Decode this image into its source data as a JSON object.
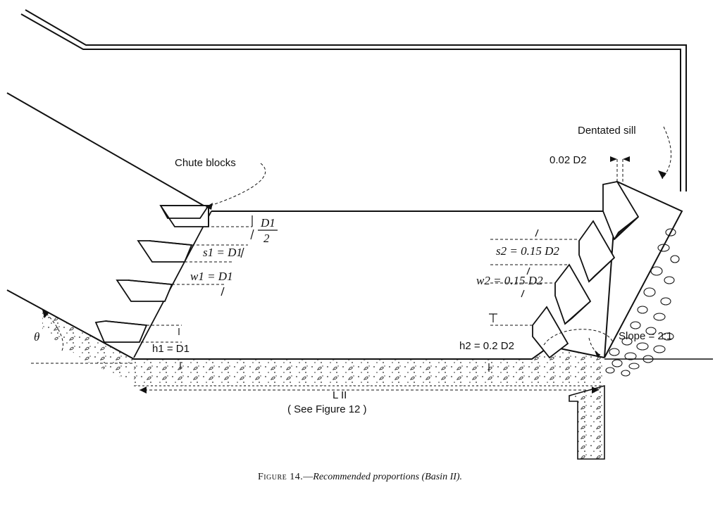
{
  "labels": {
    "chute_blocks": "Chute blocks",
    "dentated_sill": "Dentated sill",
    "sill_gap": "0.02 D2",
    "d1_over_2_num": "D1",
    "d1_over_2_den": "2",
    "s1": "s1 = D1",
    "w1": "w1 = D1",
    "h1": "h1 = D1",
    "s2": "s2 = 0.15 D2",
    "w2": "w2 = 0.15 D2",
    "h2": "h2 = 0.2 D2",
    "slope": "Slope = 2:1",
    "theta": "θ",
    "length": "L II",
    "see_figure": "( See Figure 12 )"
  },
  "caption": {
    "figure_number": "Figure 14.",
    "dash": "—",
    "text": "Recommended proportions (Basin II)."
  },
  "colors": {
    "ink": "#111111",
    "paper": "#ffffff"
  }
}
